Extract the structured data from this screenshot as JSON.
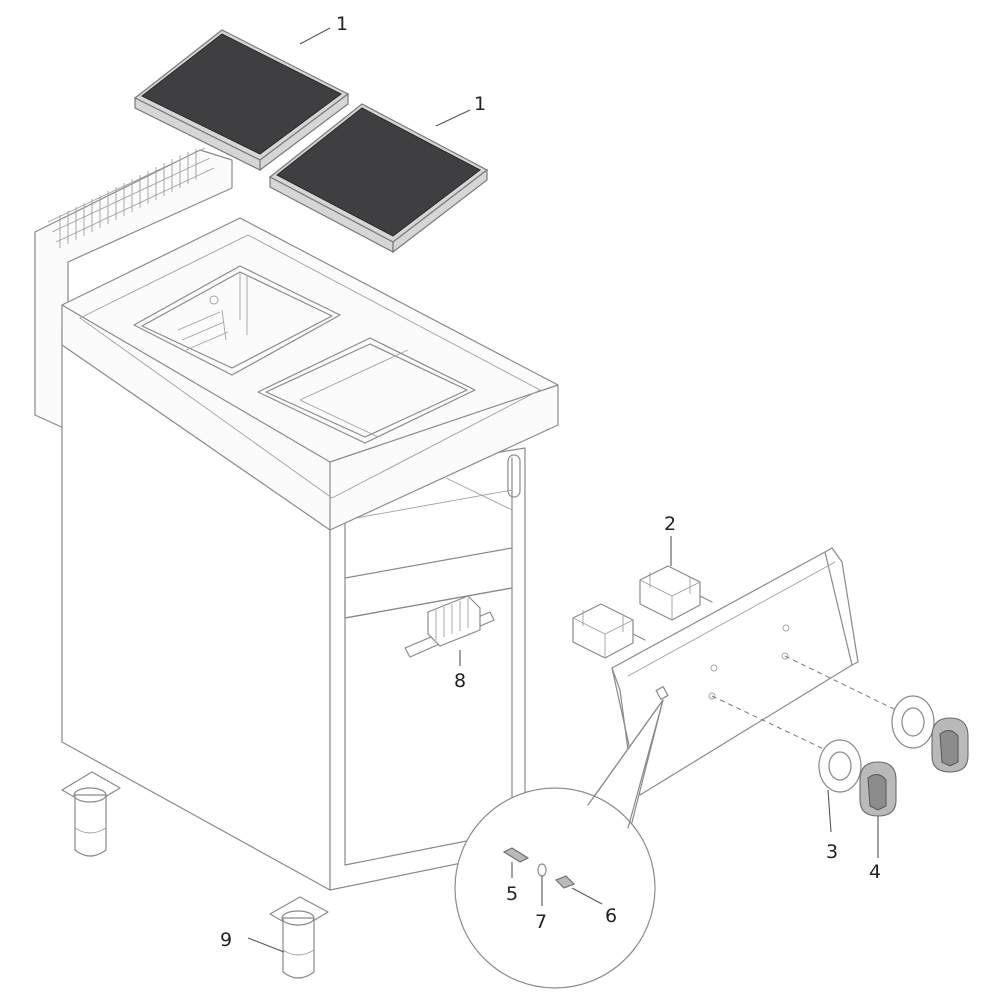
{
  "callouts": {
    "plate_left": "1",
    "plate_right": "1",
    "switch": "2",
    "bezel": "3",
    "knob": "4",
    "indicator": "5",
    "lamp": "6",
    "ring": "7",
    "terminal_block": "8",
    "foot": "9"
  }
}
